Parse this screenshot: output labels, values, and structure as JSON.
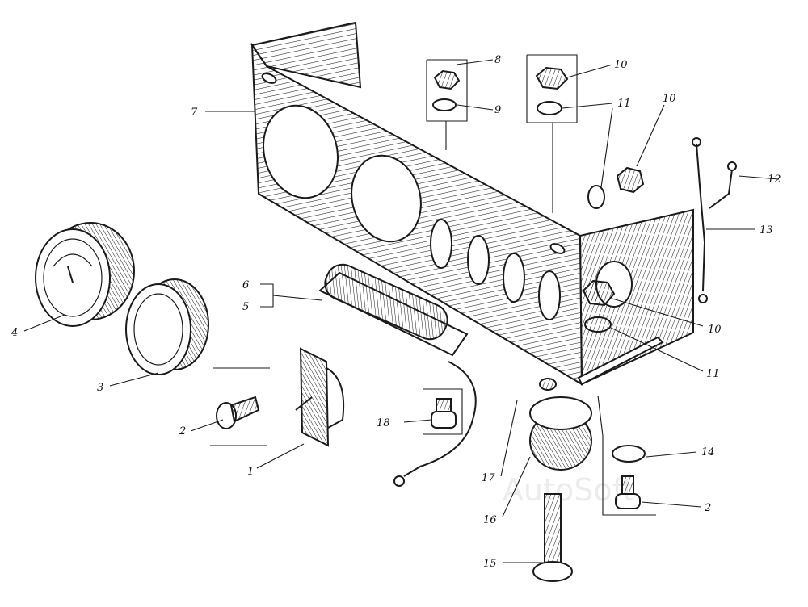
{
  "diagram": {
    "callouts": [
      {
        "id": "c1",
        "text": "1"
      },
      {
        "id": "c2a",
        "text": "2"
      },
      {
        "id": "c2b",
        "text": "2"
      },
      {
        "id": "c3",
        "text": "3"
      },
      {
        "id": "c4",
        "text": "4"
      },
      {
        "id": "c5",
        "text": "5"
      },
      {
        "id": "c6",
        "text": "6"
      },
      {
        "id": "c7",
        "text": "7"
      },
      {
        "id": "c8",
        "text": "8"
      },
      {
        "id": "c9",
        "text": "9"
      },
      {
        "id": "c10a",
        "text": "10"
      },
      {
        "id": "c10b",
        "text": "10"
      },
      {
        "id": "c10c",
        "text": "10"
      },
      {
        "id": "c11a",
        "text": "11"
      },
      {
        "id": "c11b",
        "text": "11"
      },
      {
        "id": "c12",
        "text": "12"
      },
      {
        "id": "c13",
        "text": "13"
      },
      {
        "id": "c14",
        "text": "14"
      },
      {
        "id": "c15",
        "text": "15"
      },
      {
        "id": "c16",
        "text": "16"
      },
      {
        "id": "c17",
        "text": "17"
      },
      {
        "id": "c18",
        "text": "18"
      }
    ],
    "watermark": "AutoSoft"
  }
}
